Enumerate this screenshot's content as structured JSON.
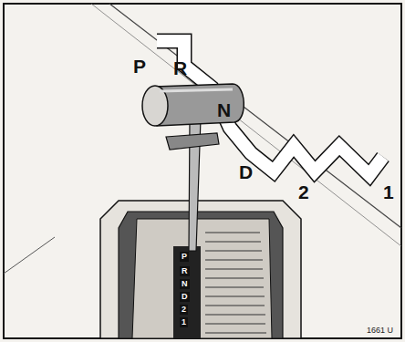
{
  "diagram": {
    "labels": [
      "P",
      "R",
      "N",
      "D",
      "2",
      "1",
      "P",
      "R",
      "N",
      "D",
      "2",
      "1",
      "1661 U"
    ]
  }
}
